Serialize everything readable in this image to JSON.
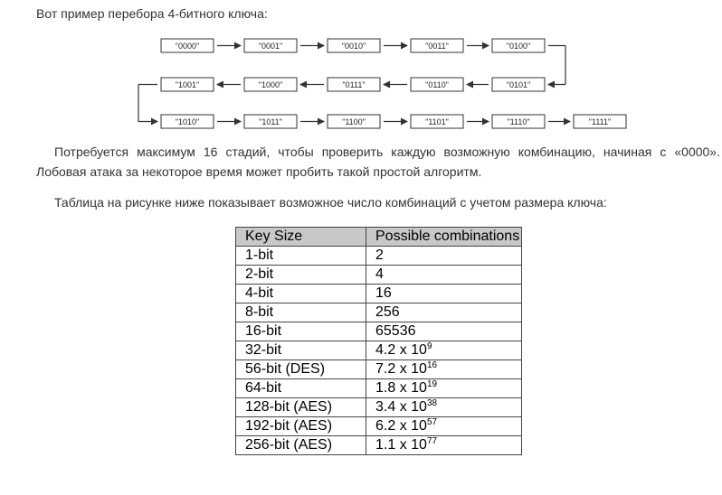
{
  "intro_text": "Вот пример перебора 4-битного ключа:",
  "diagram": {
    "row1": [
      "\"0000\"",
      "\"0001\"",
      "\"0010\"",
      "\"0011\"",
      "\"0100\""
    ],
    "row2": [
      "\"1001\"",
      "\"1000\"",
      "\"0111\"",
      "\"0110\"",
      "\"0101\""
    ],
    "row3": [
      "\"1010\"",
      "\"1011\"",
      "\"1100\"",
      "\"1101\"",
      "\"1110\"",
      "\"1111\""
    ]
  },
  "stages_text": "Потребуется максимум 16 стадий, чтобы проверить каждую возможную комбинацию, начиная с «0000». Лобовая атака за некоторое время может пробить такой простой алгоритм.",
  "table_intro_text": "Таблица на рисунке ниже показывает возможное число комбинаций с учетом размера ключа:",
  "table": {
    "headers": [
      "Key Size",
      "Possible combinations"
    ],
    "rows": [
      {
        "key": "1-bit",
        "value": "2",
        "exp": ""
      },
      {
        "key": "2-bit",
        "value": "4",
        "exp": ""
      },
      {
        "key": "4-bit",
        "value": "16",
        "exp": ""
      },
      {
        "key": "8-bit",
        "value": "256",
        "exp": ""
      },
      {
        "key": "16-bit",
        "value": "65536",
        "exp": ""
      },
      {
        "key": "32-bit",
        "value": "4.2 x 10",
        "exp": "9"
      },
      {
        "key": "56-bit (DES)",
        "value": "7.2 x 10",
        "exp": "16"
      },
      {
        "key": "64-bit",
        "value": "1.8 x 10",
        "exp": "19"
      },
      {
        "key": "128-bit (AES)",
        "value": "3.4 x 10",
        "exp": "38"
      },
      {
        "key": "192-bit (AES)",
        "value": "6.2 x 10",
        "exp": "57"
      },
      {
        "key": "256-bit (AES)",
        "value": "1.1 x 10",
        "exp": "77"
      }
    ]
  }
}
